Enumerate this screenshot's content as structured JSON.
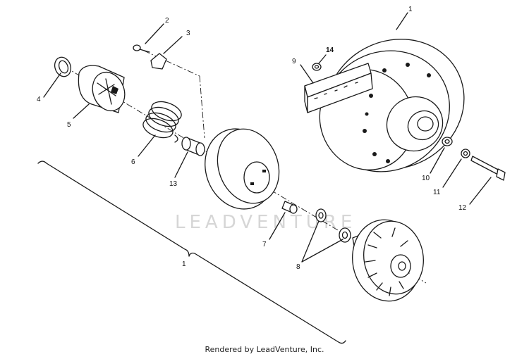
{
  "diagram": {
    "callouts": {
      "c1_top": "1",
      "c2": "2",
      "c3": "3",
      "c4": "4",
      "c5": "5",
      "c6": "6",
      "c7": "7",
      "c8": "8",
      "c9": "9",
      "c10": "10",
      "c11": "11",
      "c12": "12",
      "c13": "13",
      "c14": "14",
      "c1_bracket": "1"
    },
    "watermark": "LEADVENTURE"
  },
  "footer": {
    "credit": "Rendered by LeadVenture, Inc."
  }
}
